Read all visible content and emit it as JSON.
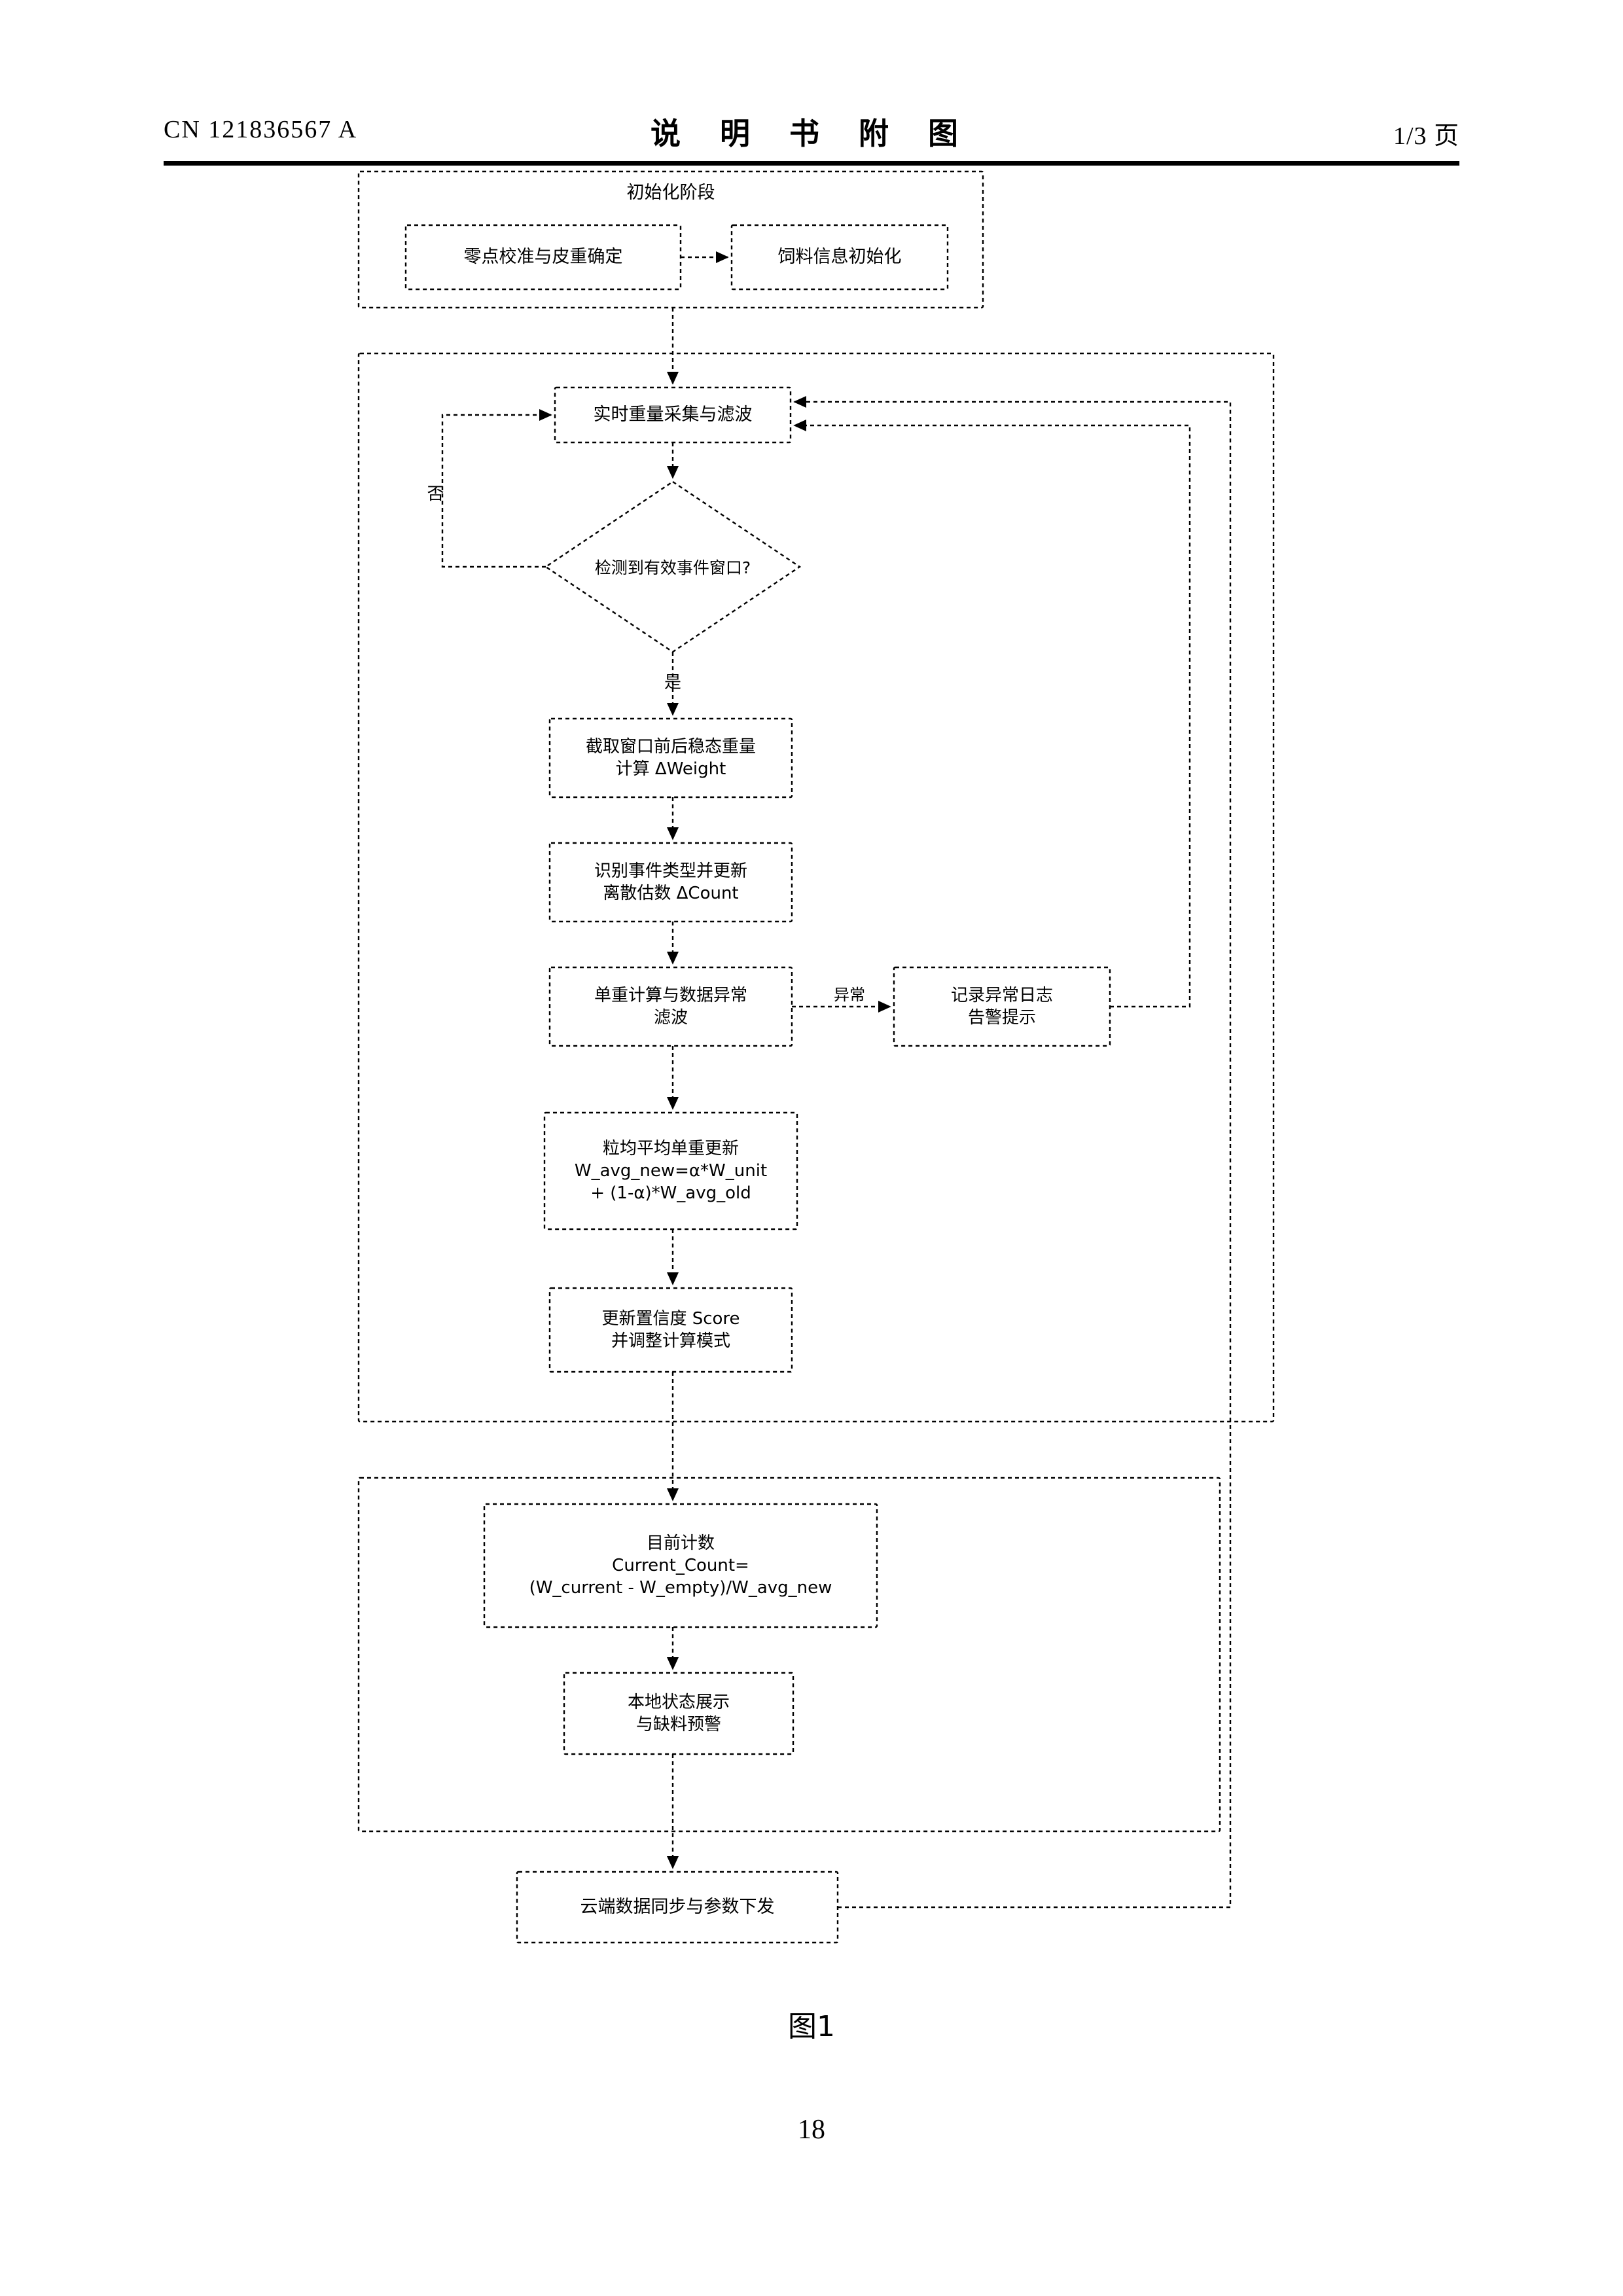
{
  "header": {
    "publication_number": "CN 121836567 A",
    "title": "说 明 书 附 图",
    "page_indicator": "1/3 页"
  },
  "figure": {
    "caption": "图1",
    "folio": "18"
  },
  "flowchart": {
    "groups": [
      {
        "id": "init-phase",
        "title": "初始化阶段"
      },
      {
        "id": "realtime-phase",
        "title": ""
      },
      {
        "id": "output-phase",
        "title": ""
      }
    ],
    "nodes": {
      "zero_calibration": {
        "lines": [
          "零点校准与皮重确定"
        ]
      },
      "feed_info_init": {
        "lines": [
          "饲料信息初始化"
        ]
      },
      "weight_acquire": {
        "lines": [
          "实时重量采集与滤波"
        ]
      },
      "event_decision": {
        "lines": [
          "检测到有效事件窗口?"
        ]
      },
      "delta_weight": {
        "lines": [
          "截取窗口前后稳态重量",
          "计算 ΔWeight"
        ]
      },
      "event_type": {
        "lines": [
          "识别事件类型并更新",
          "离散估数 ΔCount"
        ]
      },
      "unit_weight_calc": {
        "lines": [
          "单重计算与数据异常",
          "滤波"
        ]
      },
      "alarm_log": {
        "lines": [
          "记录异常日志",
          "告警提示"
        ]
      },
      "avg_update": {
        "lines": [
          "粒均平均单重更新",
          "W_avg_new=α*W_unit",
          "+ (1-α)*W_avg_old"
        ]
      },
      "confidence_score": {
        "lines": [
          "更新置信度 Score",
          "并调整计算模式"
        ]
      },
      "current_count": {
        "lines": [
          "目前计数",
          "Current_Count=",
          "(W_current - W_empty)/W_avg_new"
        ]
      },
      "local_display": {
        "lines": [
          "本地状态展示",
          "与缺料预警"
        ]
      },
      "cloud_sync": {
        "lines": [
          "云端数据同步与参数下发"
        ]
      }
    },
    "edge_labels": {
      "decision_no": "否",
      "decision_yes": "是",
      "anomaly": "异常"
    }
  },
  "colors": {
    "ink": "#000000",
    "paper": "#ffffff"
  }
}
